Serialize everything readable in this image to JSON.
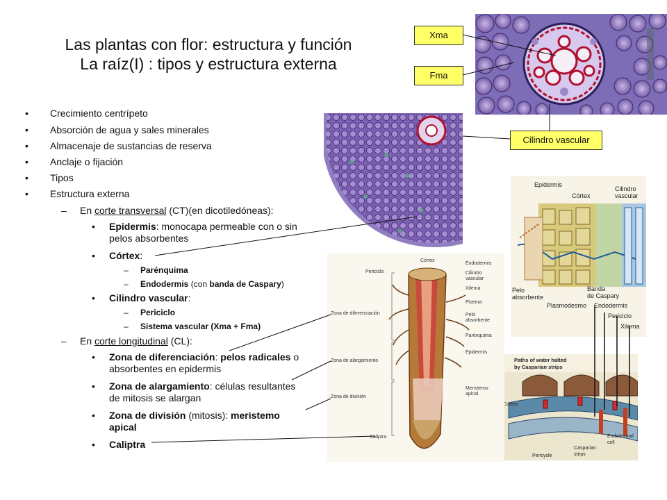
{
  "title": {
    "line1": "Las plantas con flor: estructura y función",
    "line2": "La raíz(I) : tipos y estructura externa"
  },
  "bullets": [
    {
      "text": "Crecimiento centrípeto"
    },
    {
      "text": "Absorción de agua y sales minerales"
    },
    {
      "text": "Almacenaje de sustancias de reserva"
    },
    {
      "text": "Anclaje o fijación"
    },
    {
      "text": "Tipos"
    },
    {
      "text": "Estructura externa"
    }
  ],
  "ct": {
    "prefix": "En ",
    "link": "corte transversal",
    "suffix": " (CT)(en dicotiledóneas):",
    "epidermis_b": "Epidermis",
    "epidermis_t1": ": monocapa permeable con o sin",
    "epidermis_t2": "pelos absorbentes",
    "cortex_b": "Córtex",
    "cortex_t": ":",
    "parenquima": "Parénquima",
    "endodermis_b": "Endodermis",
    "endodermis_t1": " (con ",
    "endodermis_b2": "banda de Caspary",
    "endodermis_t2": ")",
    "cilindro_b": "Cilindro vascular",
    "cilindro_t": ":",
    "periciclo": "Periciclo",
    "sistema": "Sistema vascular (Xma + Fma)"
  },
  "cl": {
    "prefix": "En ",
    "link": "corte longitudinal",
    "suffix": " (CL):",
    "dif_b": "Zona de diferenciación",
    "dif_t": ": ",
    "dif_b2": "pelos radicales",
    "dif_t2": " o",
    "dif_t3": "absorbentes en epidermis",
    "alarg_b": "Zona de alargamiento",
    "alarg_t1": ": células resultantes",
    "alarg_t2": "de mitosis se alargan",
    "div_b": "Zona de división",
    "div_t": " (mitosis): ",
    "div_b2": "meristemo",
    "div_b3": "apical",
    "caliptra": "Caliptra"
  },
  "labels": {
    "xma": "Xma",
    "fma": "Fma",
    "cilindro": "Cilindro vascular"
  },
  "diagram_root": {
    "cortex": "Córtex",
    "periciclo": "Periciclo",
    "endodermis": "Endodermis",
    "cilindro1": "Cilindro",
    "cilindro2": "vascular",
    "xilema": "Xilema",
    "floema": "Floema",
    "pelo1": "Pelo",
    "pelo2": "absorbente",
    "parenquima": "Parénquima",
    "epidermis": "Epidermis",
    "meristemo1": "Meristemo",
    "meristemo2": "apical",
    "zona_dif": "Zona de diferenciación",
    "zona_alarg": "Zona de alargamiento",
    "zona_div": "Zona de división",
    "caliptra": "Caliptra"
  },
  "diagram_cells": {
    "epidermis": "Epidermis",
    "cortex": "Córtex",
    "cilindro1": "Cilindro",
    "cilindro2": "vascular",
    "pelo1": "Pelo",
    "pelo2": "absorbente",
    "banda1": "Banda",
    "banda2": "de Caspary",
    "plasmodesmo": "Plasmodesmo",
    "endodermis": "Endodermis",
    "periciclo": "Periciclo",
    "xilema": "Xilema"
  },
  "diagram_caspary": {
    "title1": "Paths of water halted",
    "title2": "by Casparian strips",
    "cortex": "Cortex",
    "pericycle": "Pericycle",
    "casparian1": "Casparian",
    "casparian2": "strips",
    "endodermal1": "Endodermal",
    "endodermal2": "cell"
  },
  "colors": {
    "label_fill": "#ffff66",
    "text": "#111111"
  }
}
